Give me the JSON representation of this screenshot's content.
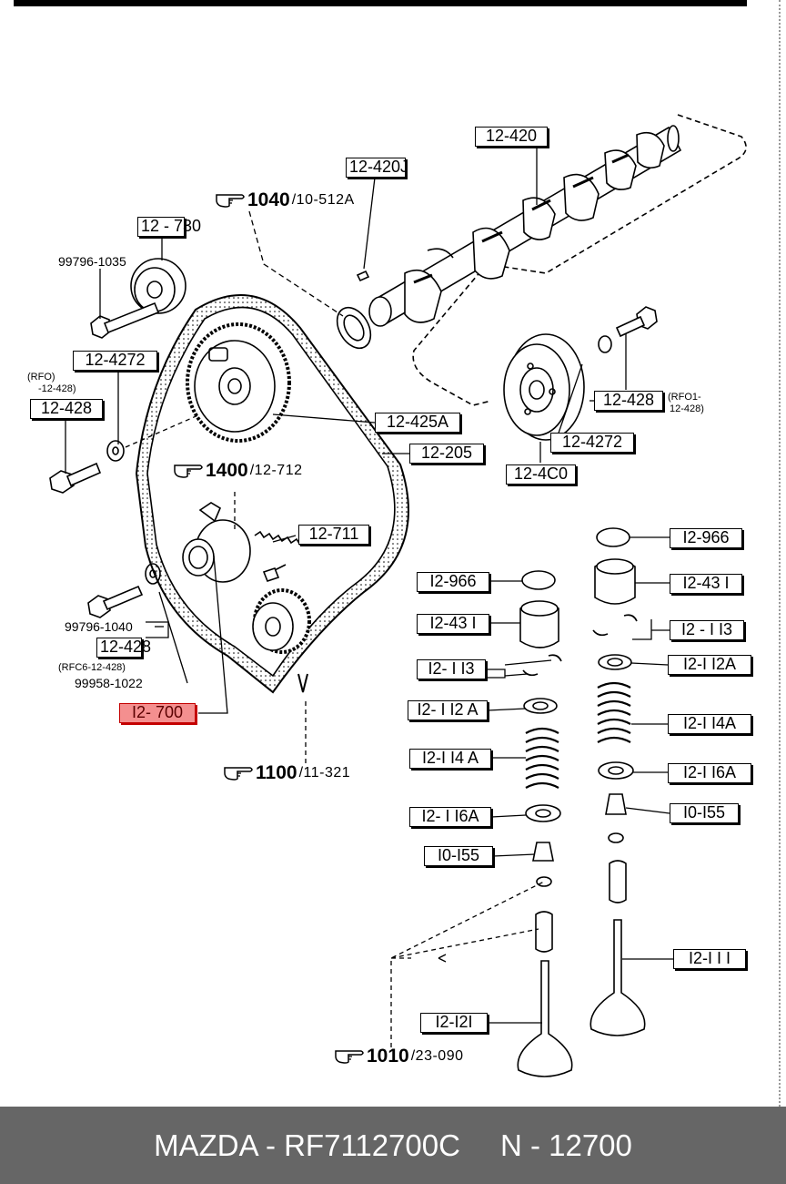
{
  "labels": {
    "l_12_420": "12-420",
    "l_12_420J": "12-420J",
    "l_12_730": "12 - 730",
    "l_99796_1035": "99796-1035",
    "l_12_4272_top": "12-4272",
    "l_rfo_top": "(RFO)",
    "l_rfo_top2": "-12-428)",
    "l_12_428_left": "12-428",
    "l_12_425A": "12-425A",
    "l_12_205": "12-205",
    "l_12_428_right": "12-428",
    "l_rfo_right": "(RFO1-",
    "l_rfo_right2": "12-428)",
    "l_12_4272_right": "12-4272",
    "l_12_4C0": "12-4C0",
    "l_12_711": "12-711",
    "l_99796_1040": "99796-1040",
    "l_12_428_low": "12-428",
    "l_rfc6": "(RFC6-12-428)",
    "l_99958_1022": "99958-1022",
    "l_12_700": "I2- 700",
    "l_12_966_left": "I2-966",
    "l_12_431_left": "I2-43 I",
    "l_12_113_left": "I2- I I3",
    "l_12_112A_left": "I2- I I2 A",
    "l_12_114A_left": "I2-I I4 A",
    "l_12_116A_left": "I2- I I6A",
    "l_10_155_left": "I0-I55",
    "l_12_121": "I2-I2I",
    "l_12_966_right": "I2-966",
    "l_12_431_right": "I2-43 I",
    "l_12_113_right": "I2 - I I3",
    "l_12_112A_right": "I2-I I2A",
    "l_12_114A_right": "I2-I I4A",
    "l_12_116A_right": "I2-I I6A",
    "l_10_155_right": "I0-I55",
    "l_12_111": "I2-I I I"
  },
  "refs": {
    "r1040": {
      "num": "1040",
      "sub": "/10-512A"
    },
    "r1400": {
      "num": "1400",
      "sub": "/12-712"
    },
    "r1100": {
      "num": "1100",
      "sub": "/11-321"
    },
    "r1010": {
      "num": "1010",
      "sub": "/23-090"
    }
  },
  "footer": {
    "brand_part": "MAZDA - RF7112700C",
    "number": "N - 12700"
  },
  "colors": {
    "highlight_fill": "#f48f8f",
    "highlight_border": "#c40000",
    "footer_bg": "#666666",
    "ink": "#000000"
  },
  "highlighted_part": "I2- 700"
}
